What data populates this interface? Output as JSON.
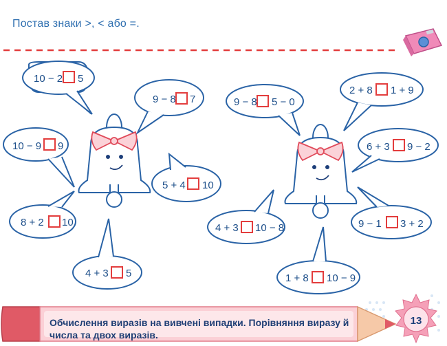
{
  "instruction": "Постав знаки >, < або =.",
  "left_bubbles": [
    {
      "left": "10 − 2",
      "right": "5"
    },
    {
      "left": "9 − 8",
      "right": "7"
    },
    {
      "left": "10 − 9",
      "right": "9"
    },
    {
      "left": "5 + 4",
      "right": "10"
    },
    {
      "left": "8 + 2",
      "right": "10"
    },
    {
      "left": "4 + 3",
      "right": "5"
    }
  ],
  "right_bubbles": [
    {
      "left": "9 − 8",
      "right": "5 − 0"
    },
    {
      "left": "2 + 8",
      "right": "1 + 9"
    },
    {
      "left": "6 + 3",
      "right": "9 − 2"
    },
    {
      "left": "4 + 3",
      "right": "10 − 8"
    },
    {
      "left": "9 − 1",
      "right": "3 + 2"
    },
    {
      "left": "1 + 8",
      "right": "10 − 9"
    }
  ],
  "footer": {
    "topic": "Обчислення виразів на вивчені випадки. Порівняння виразу й числа та двох виразів.",
    "page_number": "13"
  },
  "colors": {
    "accent_blue": "#2a63a6",
    "dash_red": "#e33d3d",
    "pencil_pink": "#f7b6c0",
    "bow_pink": "#e04a5a"
  },
  "icons": [
    "sharpener-icon",
    "bell-icon",
    "pencil-icon",
    "sunburst-badge-icon"
  ]
}
